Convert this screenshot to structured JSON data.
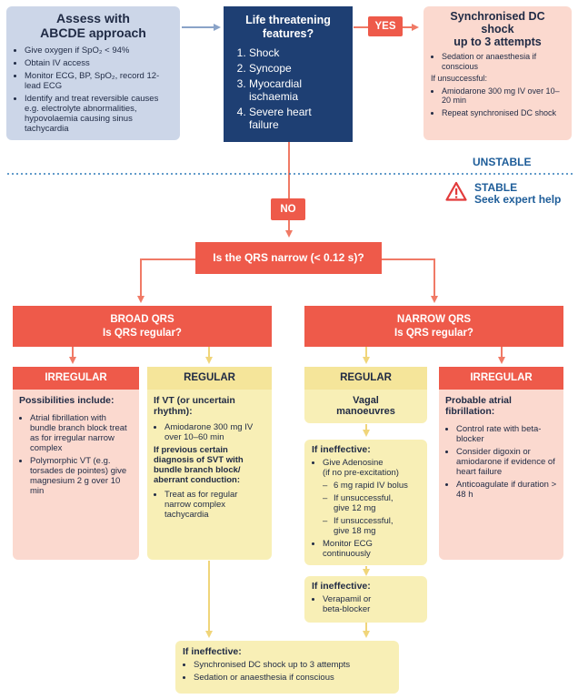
{
  "assess": {
    "title_line1": "Assess with",
    "title_line2": "ABCDE approach",
    "items": [
      "Give oxygen if SpO₂ < 94%",
      "Obtain IV access",
      "Monitor ECG, BP, SpO₂, record 12-lead ECG",
      "Identify and treat reversible causes e.g. electrolyte abnormalities, hypovolaemia causing sinus tachycardia"
    ]
  },
  "life": {
    "title_line1": "Life threatening",
    "title_line2": "features?",
    "items": [
      "Shock",
      "Syncope",
      "Myocardial ischaemia",
      "Severe heart failure"
    ]
  },
  "yes_label": "YES",
  "no_label": "NO",
  "dc_shock": {
    "title_line1": "Synchronised DC",
    "title_line2": "shock",
    "title_line3": "up to 3 attempts",
    "item1": "Sedation or anaesthesia if conscious",
    "unsuccessful": "If unsuccessful:",
    "item2": "Amiodarone 300 mg IV over 10–20 min",
    "item3": "Repeat synchronised DC shock"
  },
  "unstable_label": "UNSTABLE",
  "stable_label": "STABLE",
  "expert_help": "Seek expert help",
  "qrs_question": "Is the QRS narrow (< 0.12 s)?",
  "broad": {
    "line1": "BROAD QRS",
    "line2": "Is QRS regular?"
  },
  "narrow": {
    "line1": "NARROW QRS",
    "line2": "Is QRS regular?"
  },
  "broad_irregular": {
    "header": "IRREGULAR",
    "title": "Possibilities include:",
    "items": [
      "Atrial fibrillation with bundle branch block treat as for irregular narrow complex",
      "Polymorphic VT (e.g. torsades de pointes) give magnesium 2 g over 10 min"
    ]
  },
  "broad_regular": {
    "header": "REGULAR",
    "title": "If VT (or uncertain rhythm):",
    "item1": "Amiodarone 300 mg IV over 10–60 min",
    "title2": "If previous certain diagnosis of SVT with bundle branch block/ aberrant conduction:",
    "item2": "Treat as for regular narrow complex tachycardia"
  },
  "narrow_regular": {
    "header": "REGULAR",
    "vagal": "Vagal manoeuvres",
    "ineffective_title": "If ineffective:",
    "adenosine": "Give Adenosine",
    "adenosine_note": "(if no pre-excitation)",
    "dash1": "6 mg rapid IV bolus",
    "dash2": "If unsuccessful, give 12 mg",
    "dash3": "If unsuccessful, give 18 mg",
    "monitor": "Monitor ECG continuously",
    "ineffective2_title": "If ineffective:",
    "verapamil": "Verapamil or beta-blocker"
  },
  "narrow_irregular": {
    "header": "IRREGULAR",
    "title": "Probable atrial fibrillation:",
    "items": [
      "Control rate with beta-blocker",
      "Consider digoxin or amiodarone if evidence of heart failure",
      "Anticoagulate if duration > 48 h"
    ]
  },
  "final": {
    "title": "If ineffective:",
    "items": [
      "Synchronised DC shock up to 3 attempts",
      "Sedation or anaesthesia if conscious"
    ]
  },
  "colors": {
    "blue_grey_box": "#ccd6e8",
    "navy": "#1e3f73",
    "red": "#ee5a4a",
    "peach": "#fbd9cf",
    "yellow": "#f8efb6",
    "yellow_arrow": "#f3dc84",
    "dotted": "#2f7ab8"
  }
}
